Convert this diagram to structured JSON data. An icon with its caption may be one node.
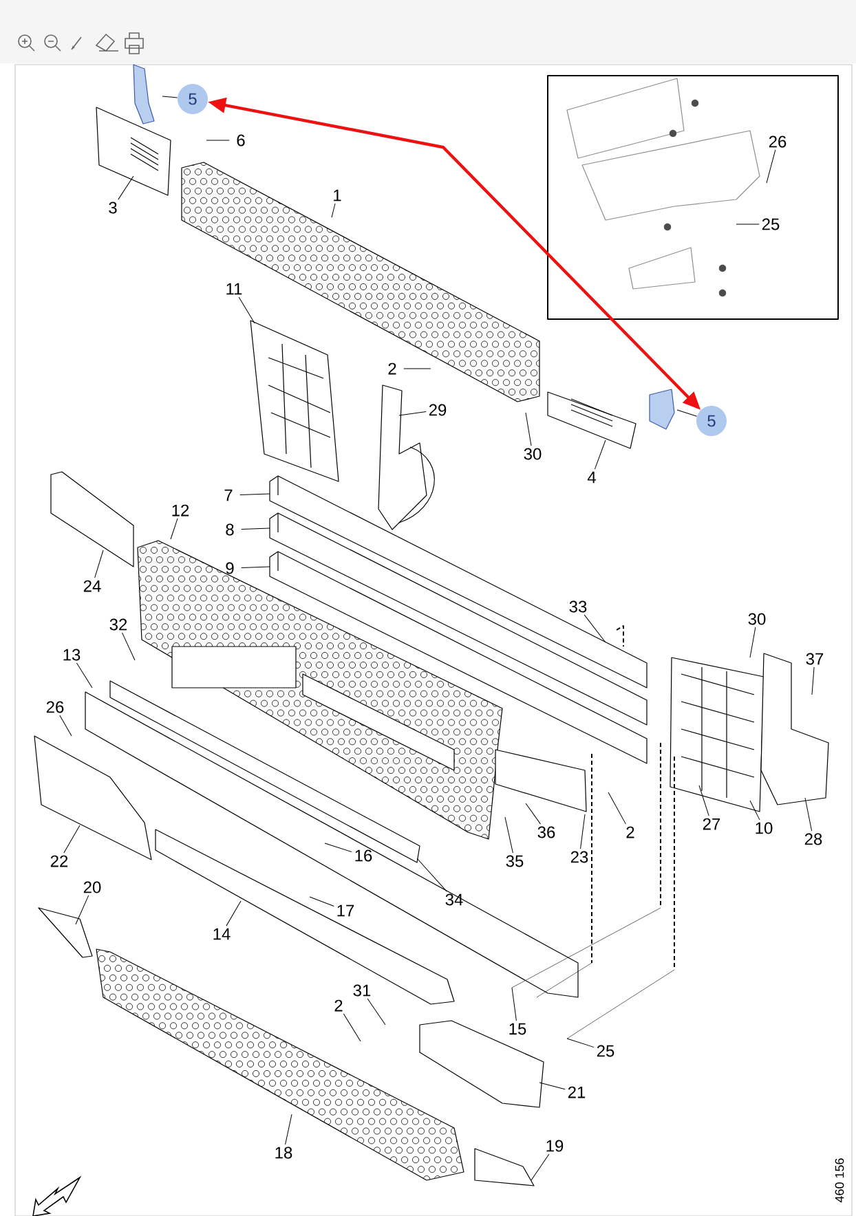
{
  "diagram": {
    "nodes": [
      {
        "text": [
          "5"
        ]
      },
      {
        "text": [
          "6"
        ]
      },
      {
        "text": [
          "3"
        ]
      },
      {
        "text": [
          "1"
        ]
      },
      {
        "text": [
          "11"
        ]
      },
      {
        "text": [
          "2"
        ]
      },
      {
        "text": [
          "29"
        ]
      },
      {
        "text": [
          "30"
        ]
      },
      {
        "text": [
          "4"
        ]
      },
      {
        "text": [
          "5"
        ]
      },
      {
        "text": [
          "26"
        ]
      },
      {
        "text": [
          "25"
        ]
      },
      {
        "text": [
          "7"
        ]
      },
      {
        "text": [
          "8"
        ]
      },
      {
        "text": [
          "9"
        ]
      },
      {
        "text": [
          "12"
        ]
      },
      {
        "text": [
          "24"
        ]
      },
      {
        "text": [
          "33"
        ]
      },
      {
        "text": [
          "32"
        ]
      },
      {
        "text": [
          "30"
        ]
      },
      {
        "text": [
          "13"
        ]
      },
      {
        "text": [
          "37"
        ]
      },
      {
        "text": [
          "26"
        ]
      },
      {
        "text": [
          "22"
        ]
      },
      {
        "text": [
          "16"
        ]
      },
      {
        "text": [
          "34"
        ]
      },
      {
        "text": [
          "36"
        ]
      },
      {
        "text": [
          "35"
        ]
      },
      {
        "text": [
          "23"
        ]
      },
      {
        "text": [
          "2"
        ]
      },
      {
        "text": [
          "27"
        ]
      },
      {
        "text": [
          "10"
        ]
      },
      {
        "text": [
          "28"
        ]
      },
      {
        "text": [
          "20"
        ]
      },
      {
        "text": [
          "17"
        ]
      },
      {
        "text": [
          "14"
        ]
      },
      {
        "text": [
          "31"
        ]
      },
      {
        "text": [
          "2"
        ]
      },
      {
        "text": [
          "15"
        ]
      },
      {
        "text": [
          "25"
        ]
      },
      {
        "text": [
          "21"
        ]
      },
      {
        "text": [
          "18"
        ]
      },
      {
        "text": [
          "19"
        ]
      }
    ],
    "edges": [
      {
        "from": 0,
        "to": null,
        "arrow": "none"
      },
      {
        "from": 1,
        "to": null,
        "arrow": "none"
      },
      {
        "from": 2,
        "to": null,
        "arrow": "none"
      },
      {
        "from": 3,
        "to": null,
        "arrow": "none"
      },
      {
        "from": 4,
        "to": null,
        "arrow": "none"
      },
      {
        "from": 5,
        "to": null,
        "arrow": "none"
      },
      {
        "from": 6,
        "to": null,
        "arrow": "none"
      },
      {
        "from": 7,
        "to": null,
        "arrow": "none"
      },
      {
        "from": 8,
        "to": null,
        "arrow": "none"
      },
      {
        "from": 9,
        "to": null,
        "arrow": "none"
      },
      {
        "from": 10,
        "to": null,
        "arrow": "none"
      },
      {
        "from": 11,
        "to": null,
        "arrow": "none"
      },
      {
        "from": 12,
        "to": null,
        "arrow": "none"
      },
      {
        "from": 13,
        "to": null,
        "arrow": "none"
      },
      {
        "from": 14,
        "to": null,
        "arrow": "none"
      },
      {
        "from": 15,
        "to": null,
        "arrow": "none"
      },
      {
        "from": 16,
        "to": null,
        "arrow": "none"
      },
      {
        "from": 17,
        "to": null,
        "arrow": "none"
      },
      {
        "from": 18,
        "to": null,
        "arrow": "none"
      },
      {
        "from": 19,
        "to": null,
        "arrow": "none"
      },
      {
        "from": 20,
        "to": null,
        "arrow": "none"
      },
      {
        "from": 21,
        "to": null,
        "arrow": "none"
      },
      {
        "from": 22,
        "to": null,
        "arrow": "none"
      },
      {
        "from": 23,
        "to": null,
        "arrow": "none"
      },
      {
        "from": 24,
        "to": null,
        "arrow": "none"
      },
      {
        "from": 25,
        "to": null,
        "arrow": "none"
      },
      {
        "from": 26,
        "to": null,
        "arrow": "none"
      },
      {
        "from": 27,
        "to": null,
        "arrow": "none"
      },
      {
        "from": 28,
        "to": null,
        "arrow": "none"
      },
      {
        "from": 29,
        "to": null,
        "arrow": "none"
      },
      {
        "from": 30,
        "to": null,
        "arrow": "none"
      },
      {
        "from": 31,
        "to": null,
        "arrow": "none"
      },
      {
        "from": 32,
        "to": null,
        "arrow": "none"
      },
      {
        "from": 33,
        "to": null,
        "arrow": "none"
      },
      {
        "from": 34,
        "to": null,
        "arrow": "none"
      },
      {
        "from": 35,
        "to": null,
        "arrow": "none"
      },
      {
        "from": 36,
        "to": null,
        "arrow": "none"
      },
      {
        "from": 37,
        "to": null,
        "arrow": "none"
      },
      {
        "from": 38,
        "to": null,
        "arrow": "none"
      },
      {
        "from": 39,
        "to": null,
        "arrow": "none"
      },
      {
        "from": 40,
        "to": null,
        "arrow": "none"
      },
      {
        "from": 41,
        "to": null,
        "arrow": "none"
      },
      {
        "from": 42,
        "to": null,
        "arrow": "none"
      },
      {
        "from": 0,
        "to": 9,
        "arrow": "both",
        "style": "thick",
        "color": "#ee1111"
      }
    ],
    "labels": [
      "460 156"
    ]
  }
}
